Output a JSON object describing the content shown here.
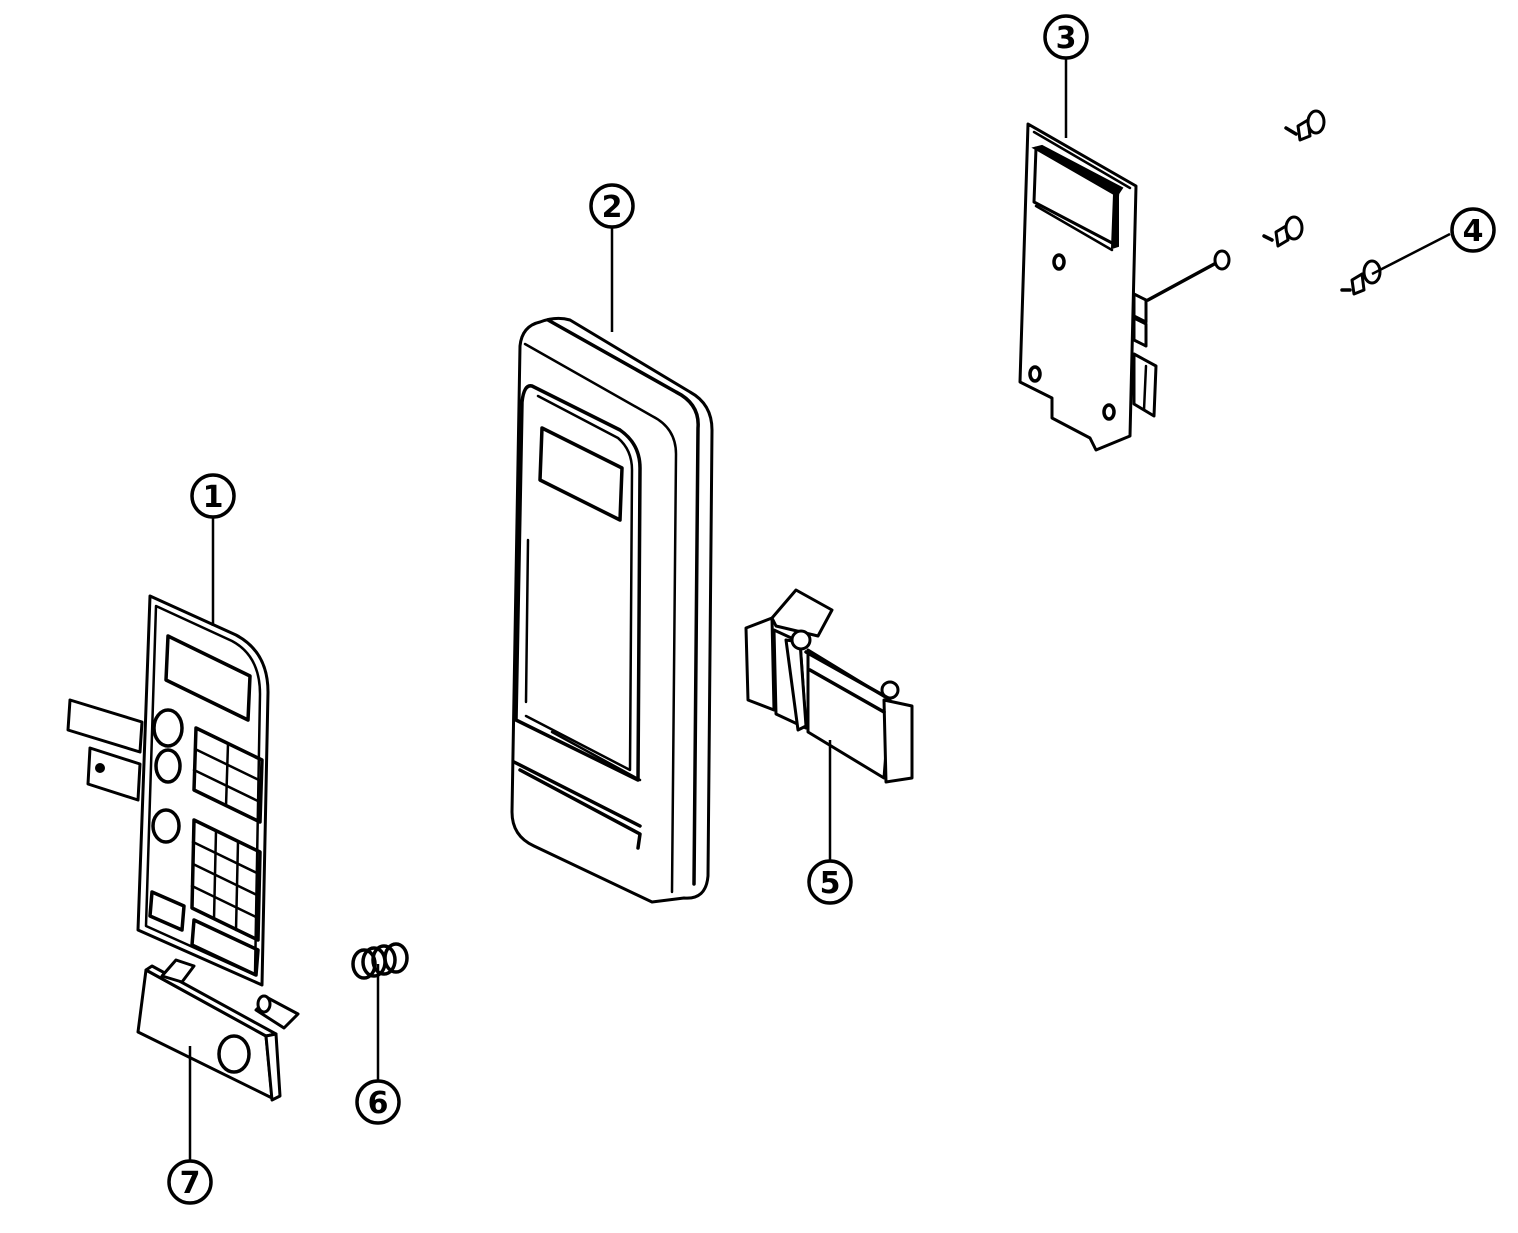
{
  "diagram": {
    "callouts": [
      {
        "id": 1,
        "label": "1"
      },
      {
        "id": 2,
        "label": "2"
      },
      {
        "id": 3,
        "label": "3"
      },
      {
        "id": 4,
        "label": "4"
      },
      {
        "id": 5,
        "label": "5"
      },
      {
        "id": 6,
        "label": "6"
      },
      {
        "id": 7,
        "label": "7"
      }
    ]
  }
}
